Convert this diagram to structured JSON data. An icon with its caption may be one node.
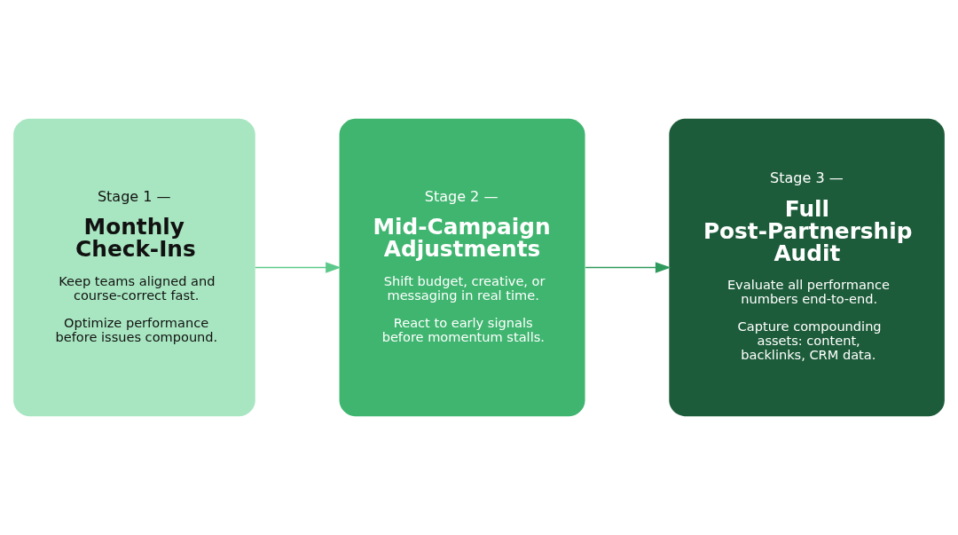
{
  "diagram": {
    "nodes": [
      {
        "text": [
          "Stage 1 —",
          "Monthly Check-Ins",
          "Keep teams aligned and course-correct fast.",
          "Optimize performance before issues compound."
        ]
      },
      {
        "text": [
          "Stage 2 —",
          "Mid-Campaign Adjustments",
          "Shift budget, creative, or messaging in real time.",
          "React to early signals before momentum stalls."
        ]
      },
      {
        "text": [
          "Stage 3 —",
          "Full Post-Partnership Audit",
          "Evaluate all performance numbers end-to-end.",
          "Capture compounding assets: content, backlinks, CRM data."
        ]
      }
    ],
    "edges": [
      {
        "from": 0,
        "to": 1,
        "arrow": "to"
      },
      {
        "from": 1,
        "to": 2,
        "arrow": "to"
      }
    ]
  }
}
